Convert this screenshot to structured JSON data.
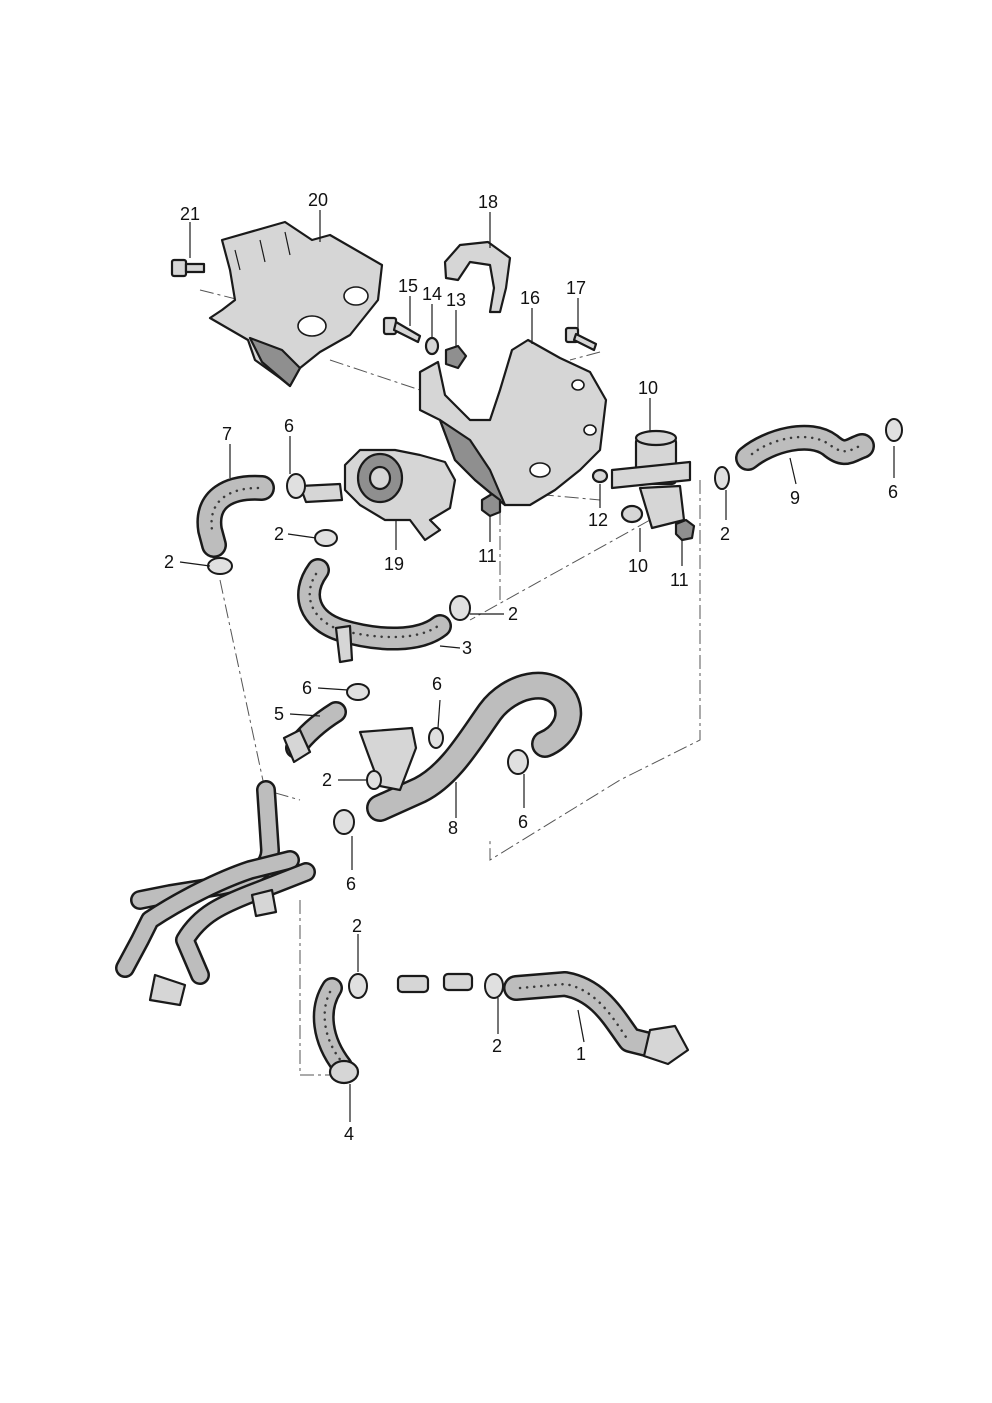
{
  "labels": {
    "p1": "1",
    "p2a": "2",
    "p2b": "2",
    "p2c": "2",
    "p2d": "2",
    "p2e": "2",
    "p2f": "2",
    "p2g": "2",
    "p3": "3",
    "p4": "4",
    "p5": "5",
    "p6a": "6",
    "p6b": "6",
    "p6c": "6",
    "p6d": "6",
    "p6e": "6",
    "p6f": "6",
    "p7": "7",
    "p8": "8",
    "p9": "9",
    "p10a": "10",
    "p10b": "10",
    "p11a": "11",
    "p11b": "11",
    "p12": "12",
    "p13": "13",
    "p14": "14",
    "p15": "15",
    "p16": "16",
    "p17": "17",
    "p18": "18",
    "p19": "19",
    "p20": "20",
    "p21": "21"
  },
  "colors": {
    "line": "#1a1a1a",
    "part_fill": "#d6d6d6",
    "shade": "#8f8f8f",
    "background": "#ffffff"
  }
}
